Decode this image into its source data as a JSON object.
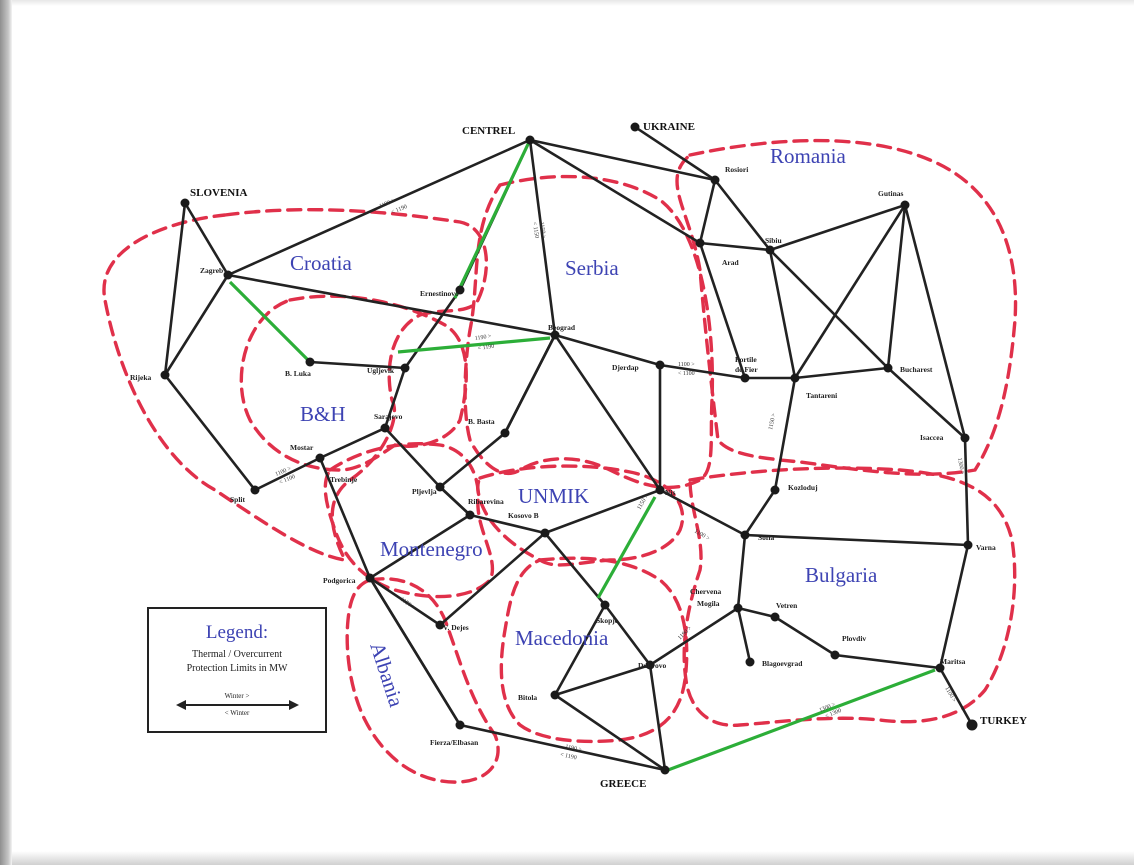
{
  "regions": {
    "croatia": "Croatia",
    "serbia": "Serbia",
    "romania": "Romania",
    "bh": "B&H",
    "unmik": "UNMIK",
    "montenegro": "Montenegro",
    "macedonia": "Macedonia",
    "bulgaria": "Bulgaria",
    "albania": "Albania"
  },
  "borders": {
    "centrel": "CENTREL",
    "ukraine": "UKRAINE",
    "slovenia": "SLOVENIA",
    "turkey": "TURKEY",
    "greece": "GREECE"
  },
  "nodes": {
    "zagreb": "Zagreb",
    "rijeka": "Rijeka",
    "bluka": "B. Luka",
    "ugljevik": "Ugljevik",
    "ernestinovo": "Ernestinovo",
    "beograd": "Beograd",
    "sarajevo": "Sarajevo",
    "mostar": "Mostar",
    "trebinje": "Trebinje",
    "split": "Split",
    "pljevlja": "Pljevlja",
    "bbasta": "B. Basta",
    "ribarevina": "Ribarevina",
    "kosovob": "Kosovo B",
    "nis": "Nis",
    "djerdap": "Djerdap",
    "podgorica": "Podgorica",
    "vdejes": "V. Dejes",
    "skopje": "Skopje",
    "dubrovo": "Dubrovo",
    "bitola": "Bitola",
    "fierza": "Fierza/Elbasan",
    "sofia": "Sofia",
    "kozloduj": "Kozloduj",
    "chervena": "Chervena",
    "mogila": "Mogila",
    "vetren": "Vetren",
    "plovdiv": "Plovdiv",
    "blagoevgrad": "Blagoevgrad",
    "maritsa": "Maritsa",
    "varna": "Varna",
    "isaccea": "Isaccea",
    "bucharest": "Bucharest",
    "tantareni": "Tantareni",
    "portile": "Portile",
    "defier": "de Fier",
    "arad": "Arad",
    "sibiu": "Sibiu",
    "gutinas": "Gutinas",
    "rosiori": "Rosiori"
  },
  "limits": {
    "l1": "1190 >",
    "l2": "< 1190",
    "l3": "1150 >",
    "l4": "< 1150",
    "l5": "1100 >",
    "l6": "< 1100",
    "l7": "1300 >",
    "l8": "< 1300"
  },
  "legend": {
    "title": "Legend:",
    "line1": "Thermal / Overcurrent",
    "line2": "Protection Limits in MW",
    "winter_top": "Winter >",
    "winter_bottom": "< Winter"
  },
  "colors": {
    "region_outline": "#e0304a",
    "region_label": "#3d43b3",
    "lines": "#222222",
    "highlight_lines": "#2cae38"
  }
}
